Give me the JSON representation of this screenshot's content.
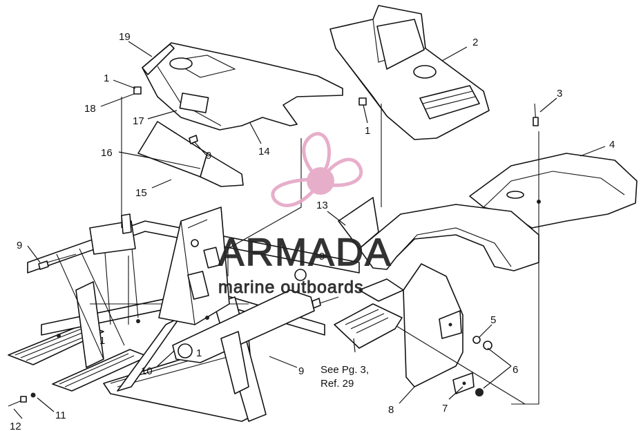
{
  "callouts": {
    "c1": "1",
    "c2": "2",
    "c3": "3",
    "c4": "4",
    "c5": "5",
    "c6": "6",
    "c7": "7",
    "c8": "8",
    "c9": "9",
    "c10": "10",
    "c11": "11",
    "c12": "12",
    "c13": "13",
    "c14": "14",
    "c15": "15",
    "c16": "16",
    "c17": "17",
    "c18": "18",
    "c19": "19"
  },
  "reference_note": {
    "line1": "See Pg. 3,",
    "line2": "Ref. 29"
  },
  "watermark": {
    "brand": "ARMADA",
    "tagline": "marine outboards",
    "logo_color": "#e6a8c6",
    "text_color": "#222222"
  }
}
